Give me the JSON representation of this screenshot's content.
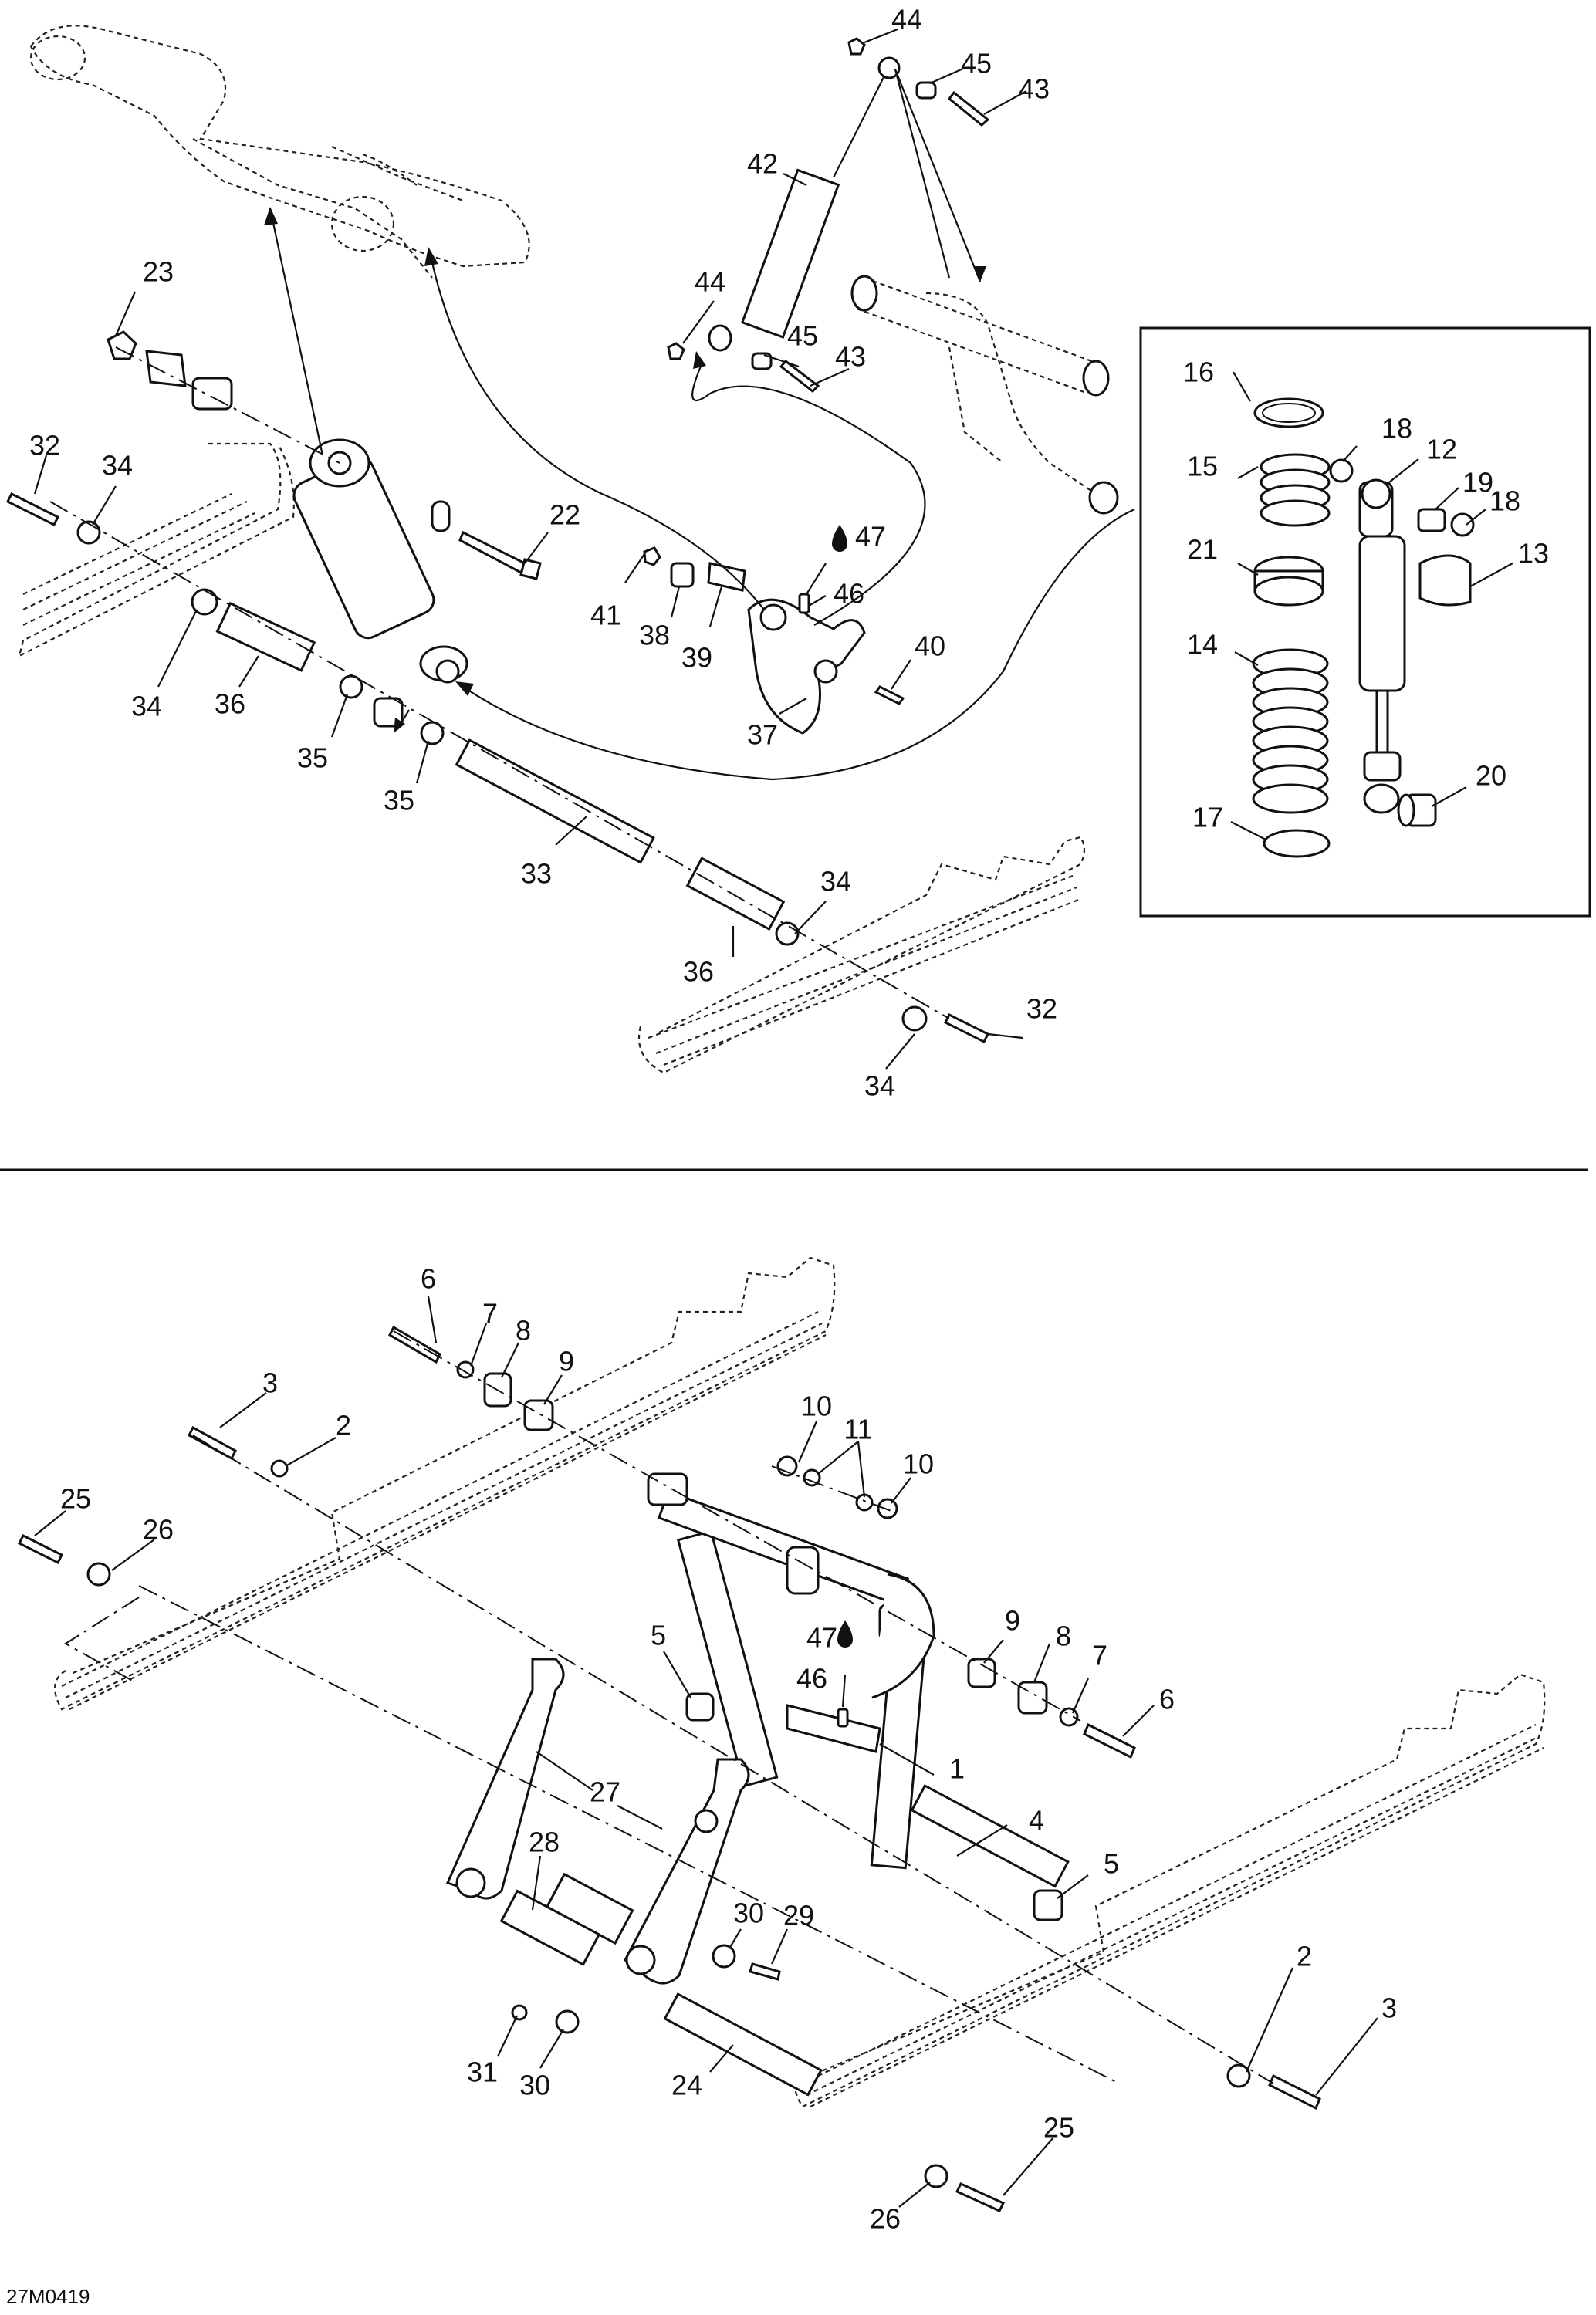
{
  "figure_code": "27M0419",
  "callouts_top": {
    "c44a": "44",
    "c45a": "45",
    "c43a": "43",
    "c42": "42",
    "c44b": "44",
    "c45b": "45",
    "c43b": "43",
    "c23": "23",
    "c32a": "32",
    "c34a": "34",
    "c22": "22",
    "c47a": "47",
    "c46a": "46",
    "c41": "41",
    "c38": "38",
    "c39": "39",
    "c40": "40",
    "c37": "37",
    "c34b": "34",
    "c36a": "36",
    "c35a": "35",
    "c35b": "35",
    "c33": "33",
    "c34c": "34",
    "c36b": "36",
    "c32b": "32",
    "c34d": "34"
  },
  "callouts_inset": {
    "c16": "16",
    "c18a": "18",
    "c12": "12",
    "c15": "15",
    "c19": "19",
    "c18b": "18",
    "c21": "21",
    "c13": "13",
    "c14": "14",
    "c20": "20",
    "c17": "17"
  },
  "callouts_bottom": {
    "c6a": "6",
    "c7a": "7",
    "c8a": "8",
    "c9a": "9",
    "c3a": "3",
    "c2a": "2",
    "c10a": "10",
    "c11": "11",
    "c10b": "10",
    "c25a": "25",
    "c26a": "26",
    "c5a": "5",
    "c47b": "47",
    "c46b": "46",
    "c9b": "9",
    "c8b": "8",
    "c7b": "7",
    "c6b": "6",
    "c1": "1",
    "c27": "27",
    "c4": "4",
    "c28": "28",
    "c5b": "5",
    "c30a": "30",
    "c29": "29",
    "c31": "31",
    "c30b": "30",
    "c24": "24",
    "c2b": "2",
    "c3b": "3",
    "c26b": "26",
    "c25b": "25"
  },
  "icons": [
    "lubricant-drop-icon"
  ]
}
